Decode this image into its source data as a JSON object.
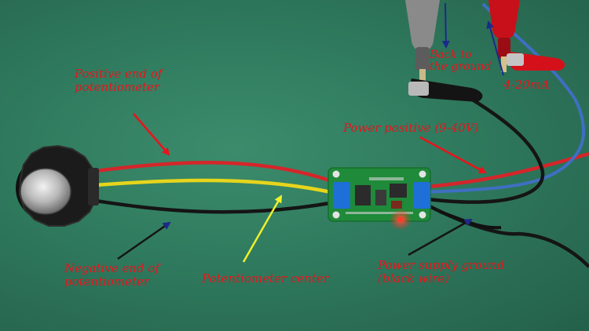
{
  "annotations": {
    "positive_end": "Positive end of\npotentiometer",
    "negative_end": "Negative end of\npotentiometer",
    "potentiometer_center": "Potentiometer center",
    "power_positive": "Power positive (9-40V)",
    "power_supply_ground": "Power supply ground\n(black wire)",
    "back_to_ground": "Back to\nthe ground",
    "current_output": "4-20mA"
  },
  "colors": {
    "board": "#1f8a3a",
    "wire_red": "#d4262a",
    "wire_yellow": "#e6d51c",
    "wire_black": "#151515",
    "wire_blue": "#3f6fc2",
    "terminal_blue": "#1e6fd8",
    "label_red": "#e8141b",
    "label_navy": "#1b2a8a",
    "arrow_yellow": "#f0f02a"
  }
}
